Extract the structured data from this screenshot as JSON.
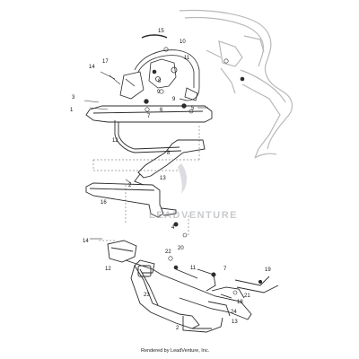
{
  "callouts": {
    "c15": "15",
    "c10": "10",
    "c11_top": "11",
    "c14_top": "14",
    "c17": "17",
    "c8_top": "8",
    "c9_top": "9",
    "c3": "3",
    "c1": "1",
    "c7": "7",
    "c6": "6",
    "c9_mid": "9",
    "c5": "5",
    "c12_top": "12",
    "c8_mid": "8",
    "c13_top": "13",
    "c2_top": "2",
    "c16": "16",
    "c4": "4",
    "c14_bot": "14",
    "c22": "22",
    "c20": "20",
    "c12_bot": "12",
    "c11_bot": "11",
    "c7_bot": "7",
    "c19": "19",
    "c21": "21",
    "c18": "18",
    "c23": "23",
    "c24": "24",
    "c2_bot": "2",
    "c13_bot": "13"
  },
  "watermark": "LEADVENTURE",
  "footer": "Rendered by LeadVenture, Inc."
}
